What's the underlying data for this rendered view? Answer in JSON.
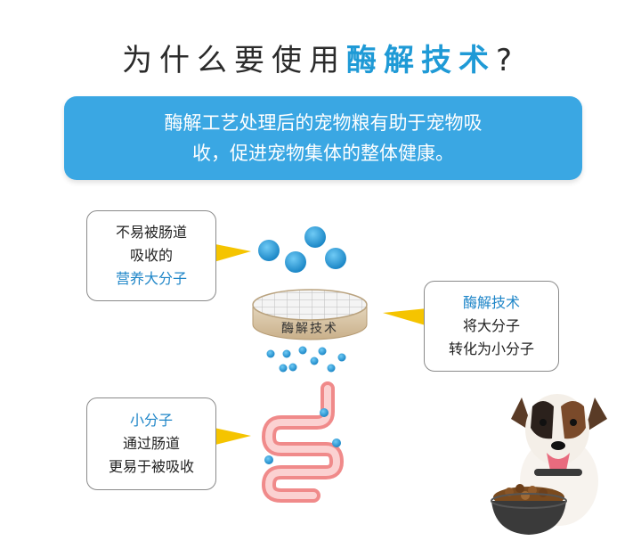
{
  "title": {
    "prefix": "为什么要使用",
    "highlight": "酶解技术",
    "suffix": "?"
  },
  "banner": {
    "line1": "酶解工艺处理后的宠物粮有助于宠物吸",
    "line2": "收，促进宠物集体的整体健康。"
  },
  "callouts": {
    "large_molecules": {
      "line1": "不易被肠道",
      "line2": "吸收的",
      "line3": "营养大分子"
    },
    "enzyme": {
      "line1": "酶解技术",
      "line2": "将大分子",
      "line3": "转化为小分子"
    },
    "small_molecules": {
      "line1": "小分子",
      "line2": "通过肠道",
      "line3": "更易于被吸收"
    }
  },
  "filter_label": "酶解技术",
  "colors": {
    "accent": "#1f9ad6",
    "banner": "#3aa7e3",
    "arrow": "#f5c400",
    "intestine": "#f08a8a"
  }
}
